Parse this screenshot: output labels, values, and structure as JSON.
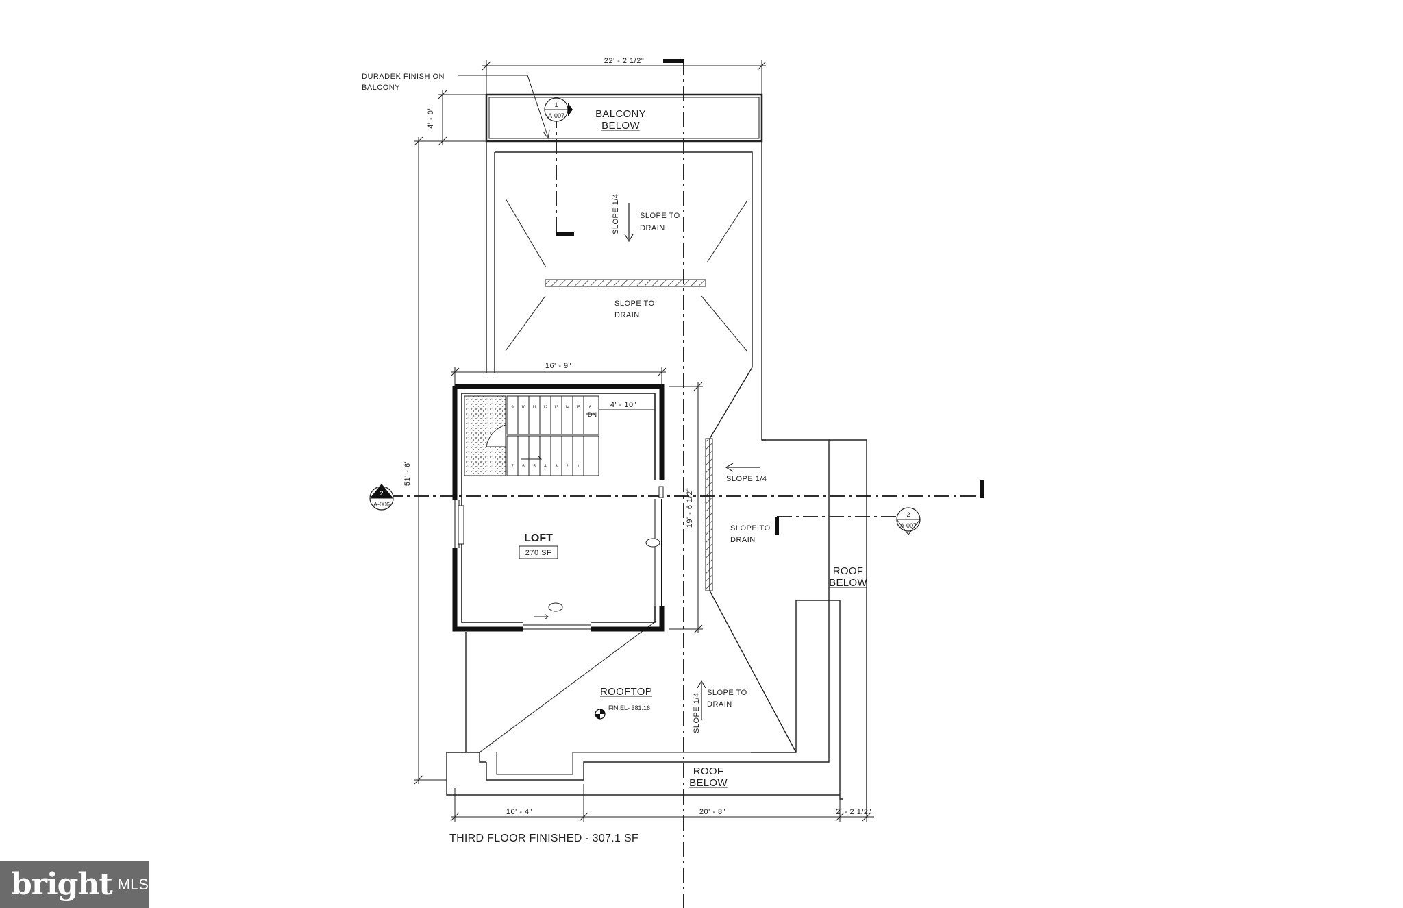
{
  "plan": {
    "note_duradek": [
      "DURADEK FINISH ON",
      "BALCONY"
    ],
    "dims": {
      "top_width": "22' - 2 1/2\"",
      "balcony_depth": "4' - 0\"",
      "overall_depth": "51' - 6\"",
      "loft_width": "16' - 9\"",
      "stair_dim": "4' - 10\"",
      "loft_depth": "19' - 6 1/2\"",
      "bottom_left": "10' - 4\"",
      "bottom_mid": "20' - 8\"",
      "bottom_right": "2' - 2 1/2\""
    },
    "balcony_label": [
      "BALCONY",
      "BELOW"
    ],
    "slope_quarter": "SLOPE 1/4",
    "slope_to_drain": [
      "SLOPE TO",
      "DRAIN"
    ],
    "loft_label": "LOFT",
    "loft_area": "270 SF",
    "rooftop_label": "ROOFTOP",
    "fin_el": "FIN.EL- 381.16",
    "roof_below": [
      "ROOF",
      "BELOW"
    ],
    "dn": "DN",
    "section_marks": {
      "top": {
        "num": "1",
        "ref": "A-007"
      },
      "left": {
        "num": "2",
        "ref": "A-006"
      },
      "right": {
        "num": "2",
        "ref": "A-007"
      }
    },
    "stair_numbers_top": [
      "9",
      "10",
      "11",
      "12",
      "13",
      "14",
      "15",
      "16"
    ],
    "stair_numbers_bottom": [
      "7",
      "6",
      "5",
      "4",
      "3",
      "2",
      "1"
    ],
    "title": "THIRD FLOOR FINISHED - 307.1 SF"
  },
  "logo": {
    "brand": "bright",
    "suffix": "MLS"
  }
}
